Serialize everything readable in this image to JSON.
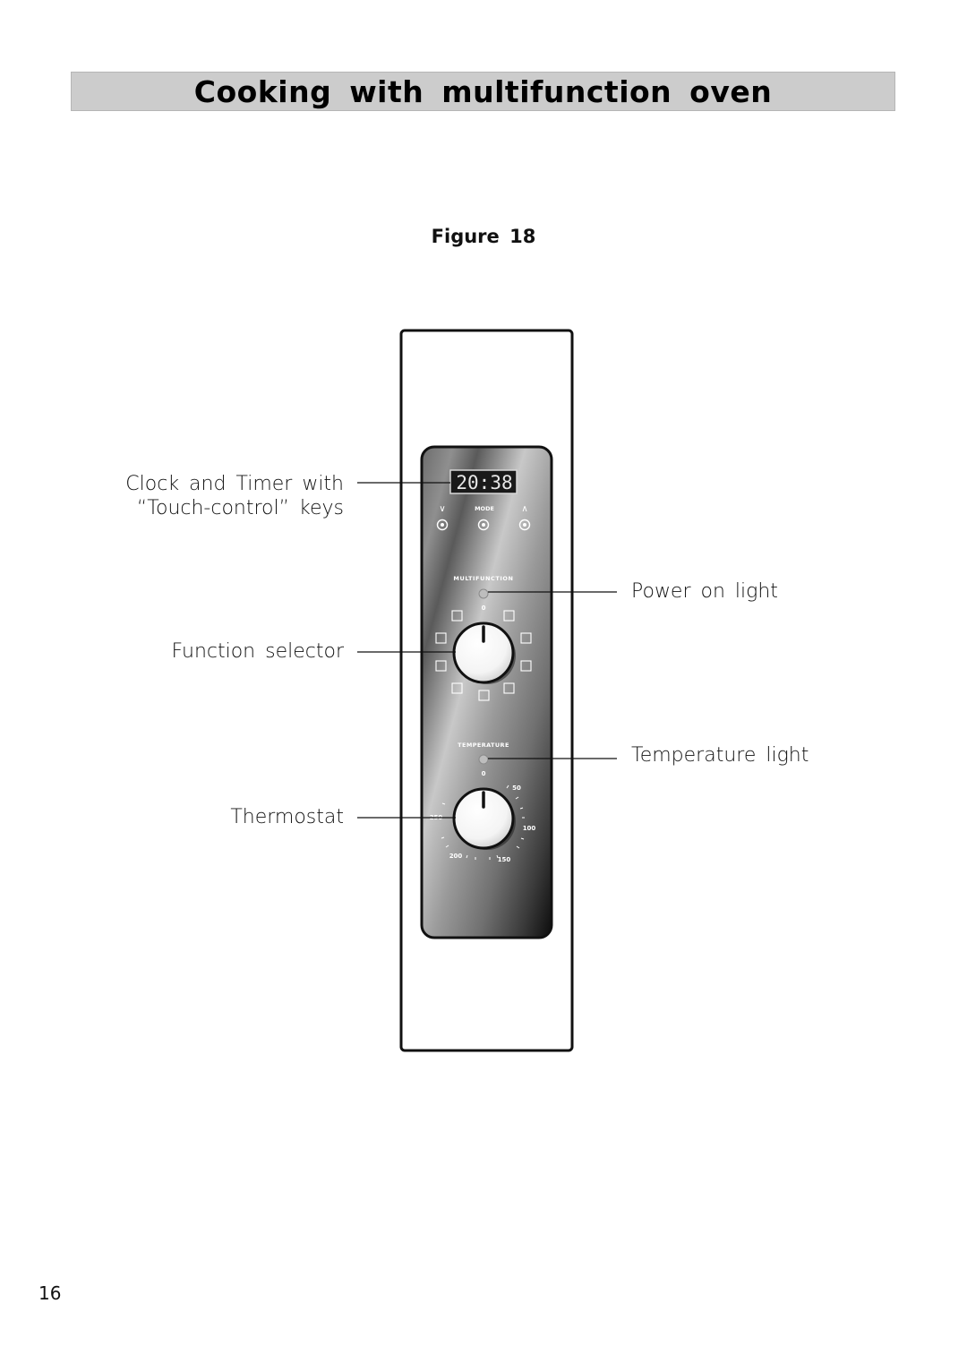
{
  "header": {
    "title": "Cooking with multifunction oven"
  },
  "figure": {
    "caption": "Figure 18"
  },
  "callouts": {
    "clock_line1": "Clock and Timer with",
    "clock_line2": "“Touch-control” keys",
    "function_selector": "Function selector",
    "thermostat": "Thermostat",
    "power_on_light": "Power on light",
    "temperature_light": "Temperature light"
  },
  "panel": {
    "display_digits": "20:38",
    "mode_label": "MODE",
    "multifunction_label": "MULTIFUNCTION",
    "selector_zero": "0",
    "temperature_label": "TEMPERATURE",
    "thermostat_zero": "0",
    "scale": {
      "t50": "50",
      "t100": "100",
      "t150": "150",
      "t200": "200",
      "t250": "250"
    }
  },
  "footer": {
    "page_number": "16"
  }
}
